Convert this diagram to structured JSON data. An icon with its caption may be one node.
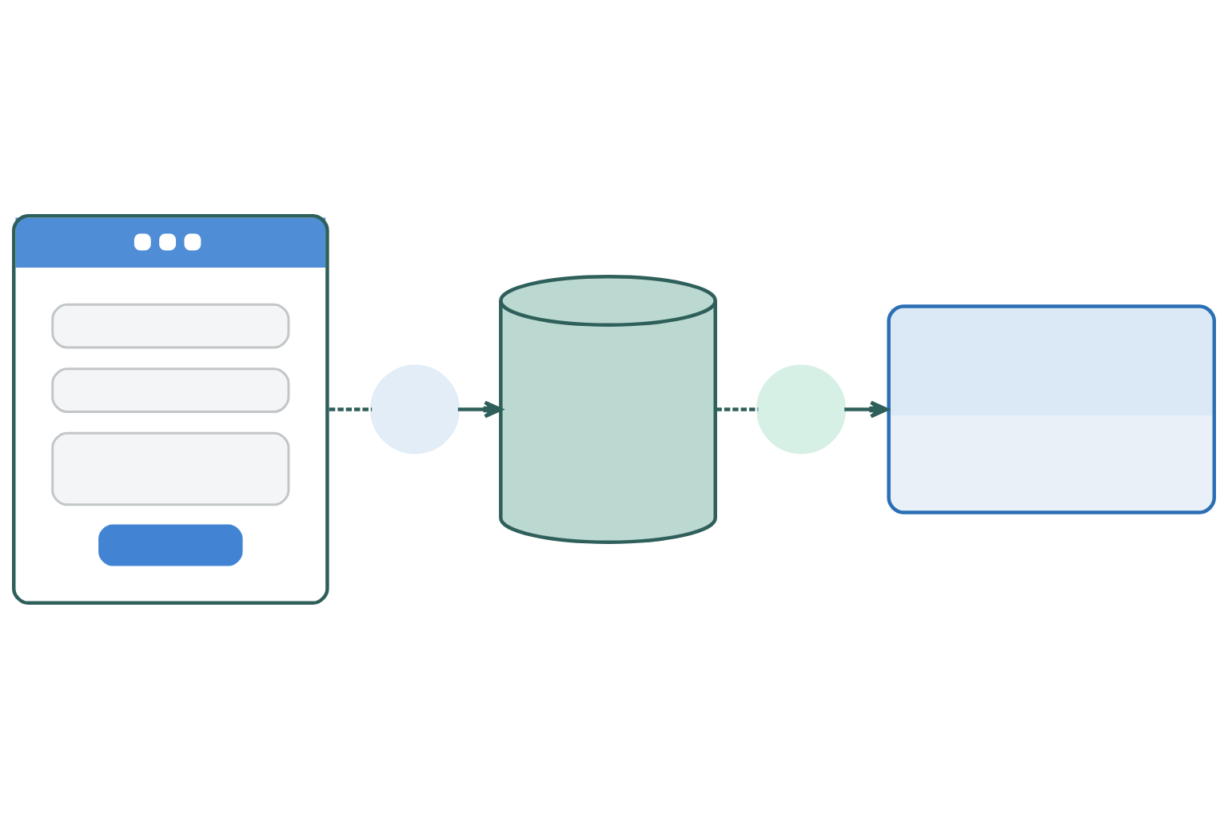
{
  "diagram": {
    "nodes": [
      {
        "text": [],
        "shape": "picture"
      },
      {
        "text": [],
        "shape": "circle"
      },
      {
        "text": [],
        "shape": "cylinder"
      },
      {
        "text": [],
        "shape": "circle"
      },
      {
        "text": [],
        "shape": "picture"
      }
    ],
    "edges": [
      {
        "from": 0,
        "to": 1,
        "arrow": "none",
        "style": "dashed"
      },
      {
        "from": 1,
        "to": 2,
        "arrow": "to"
      },
      {
        "from": 2,
        "to": 3,
        "arrow": "none",
        "style": "dashed"
      },
      {
        "from": 3,
        "to": 4,
        "arrow": "to"
      }
    ]
  }
}
